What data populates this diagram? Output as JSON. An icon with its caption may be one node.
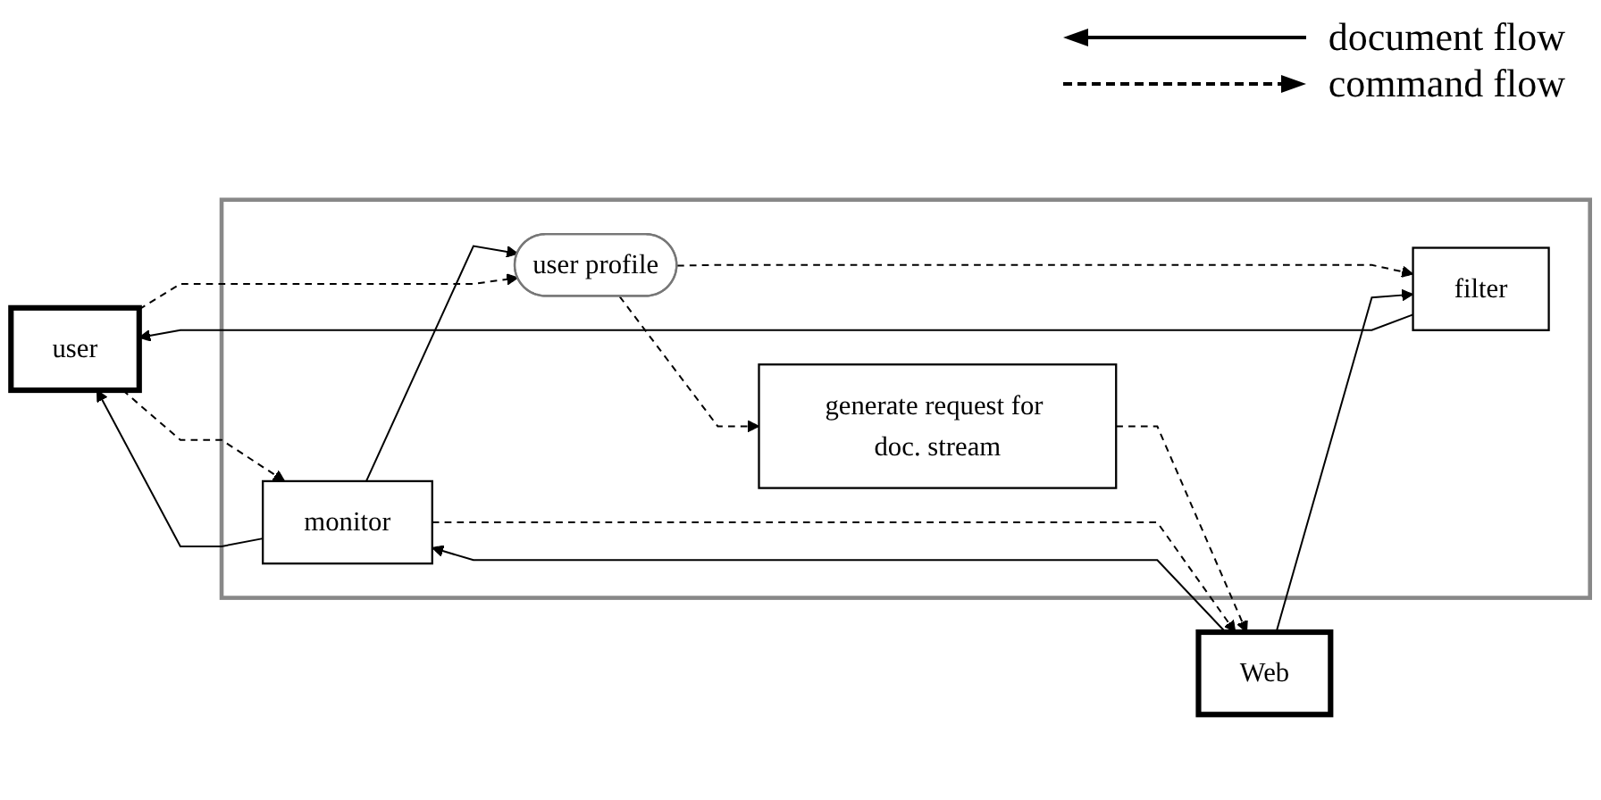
{
  "diagram": {
    "nodes": [
      {
        "text": [
          "user"
        ]
      },
      {
        "text": [],
        "shape": "box"
      },
      {
        "text": [
          "monitor"
        ],
        "in": 1
      },
      {
        "text": [
          "user profile"
        ],
        "in": 1
      },
      {
        "text": [
          "generate request for doc. stream"
        ],
        "in": 1
      },
      {
        "text": [
          "filter"
        ],
        "in": 1
      },
      {
        "text": [
          "Web"
        ]
      }
    ],
    "edges": [
      {
        "from": 0,
        "to": 2,
        "arrow": "to",
        "style": "dashed"
      },
      {
        "from": 2,
        "to": 0,
        "arrow": "to"
      },
      {
        "from": 2,
        "to": 3,
        "arrow": "to"
      },
      {
        "from": 0,
        "to": 3,
        "arrow": "to",
        "style": "dashed"
      },
      {
        "from": 3,
        "to": 4,
        "arrow": "to",
        "style": "dashed"
      },
      {
        "from": 4,
        "to": 6,
        "arrow": "to",
        "style": "dashed"
      },
      {
        "from": 3,
        "to": 5,
        "arrow": "to",
        "style": "dashed"
      },
      {
        "from": 5,
        "to": 0,
        "arrow": "to"
      },
      {
        "from": 6,
        "to": 2,
        "arrow": "to"
      },
      {
        "from": 2,
        "to": 6,
        "arrow": "to",
        "style": "dashed"
      },
      {
        "from": 6,
        "to": 5,
        "arrow": "to"
      }
    ],
    "legend": [
      {
        "text": "document flow"
      },
      {
        "text": "command flow"
      }
    ]
  }
}
